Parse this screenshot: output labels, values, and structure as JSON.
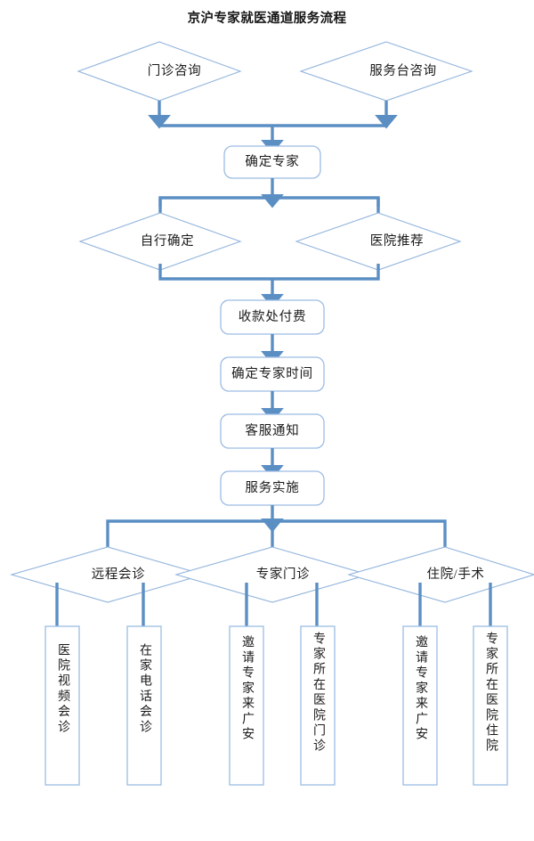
{
  "title": "京沪专家就医通道服务流程",
  "colors": {
    "connector": "#5b8fc4",
    "diamond_stroke": "#91b4dc",
    "box_stroke": "#9cbce3",
    "node_fill": "#ffffff",
    "text": "#1a1a1a",
    "page_background": "#ffffff"
  },
  "nodes": {
    "entry_diamonds": [
      {
        "id": "outpatient-consult",
        "label": "门诊咨询"
      },
      {
        "id": "service-desk-consult",
        "label": "服务台咨询"
      }
    ],
    "confirm_expert": {
      "id": "confirm-expert",
      "label": "确定专家"
    },
    "selection_diamonds": [
      {
        "id": "self-select",
        "label": "自行确定"
      },
      {
        "id": "hospital-recommend",
        "label": "医院推荐"
      }
    ],
    "process_steps": [
      {
        "id": "cashier-payment",
        "label": "收款处付费"
      },
      {
        "id": "confirm-expert-time",
        "label": "确定专家时间"
      },
      {
        "id": "customer-service-notify",
        "label": "客服通知"
      },
      {
        "id": "service-delivery",
        "label": "服务实施"
      }
    ],
    "service_diamonds": [
      {
        "id": "remote-consultation",
        "label": "远程会诊"
      },
      {
        "id": "expert-outpatient",
        "label": "专家门诊"
      },
      {
        "id": "inpatient-surgery",
        "label": "住院/手术"
      }
    ],
    "outcome_boxes": [
      {
        "id": "hospital-video-consult",
        "label": "医院视频会诊"
      },
      {
        "id": "home-phone-consult",
        "label": "在家电话会诊"
      },
      {
        "id": "invite-expert-guangan-outpatient",
        "label": "邀请专家来广安"
      },
      {
        "id": "expert-home-hospital-outpatient",
        "label": "专家所在医院门诊"
      },
      {
        "id": "invite-expert-guangan-inpatient",
        "label": "邀请专家来广安"
      },
      {
        "id": "expert-home-hospital-inpatient",
        "label": "专家所在医院住院"
      }
    ]
  }
}
